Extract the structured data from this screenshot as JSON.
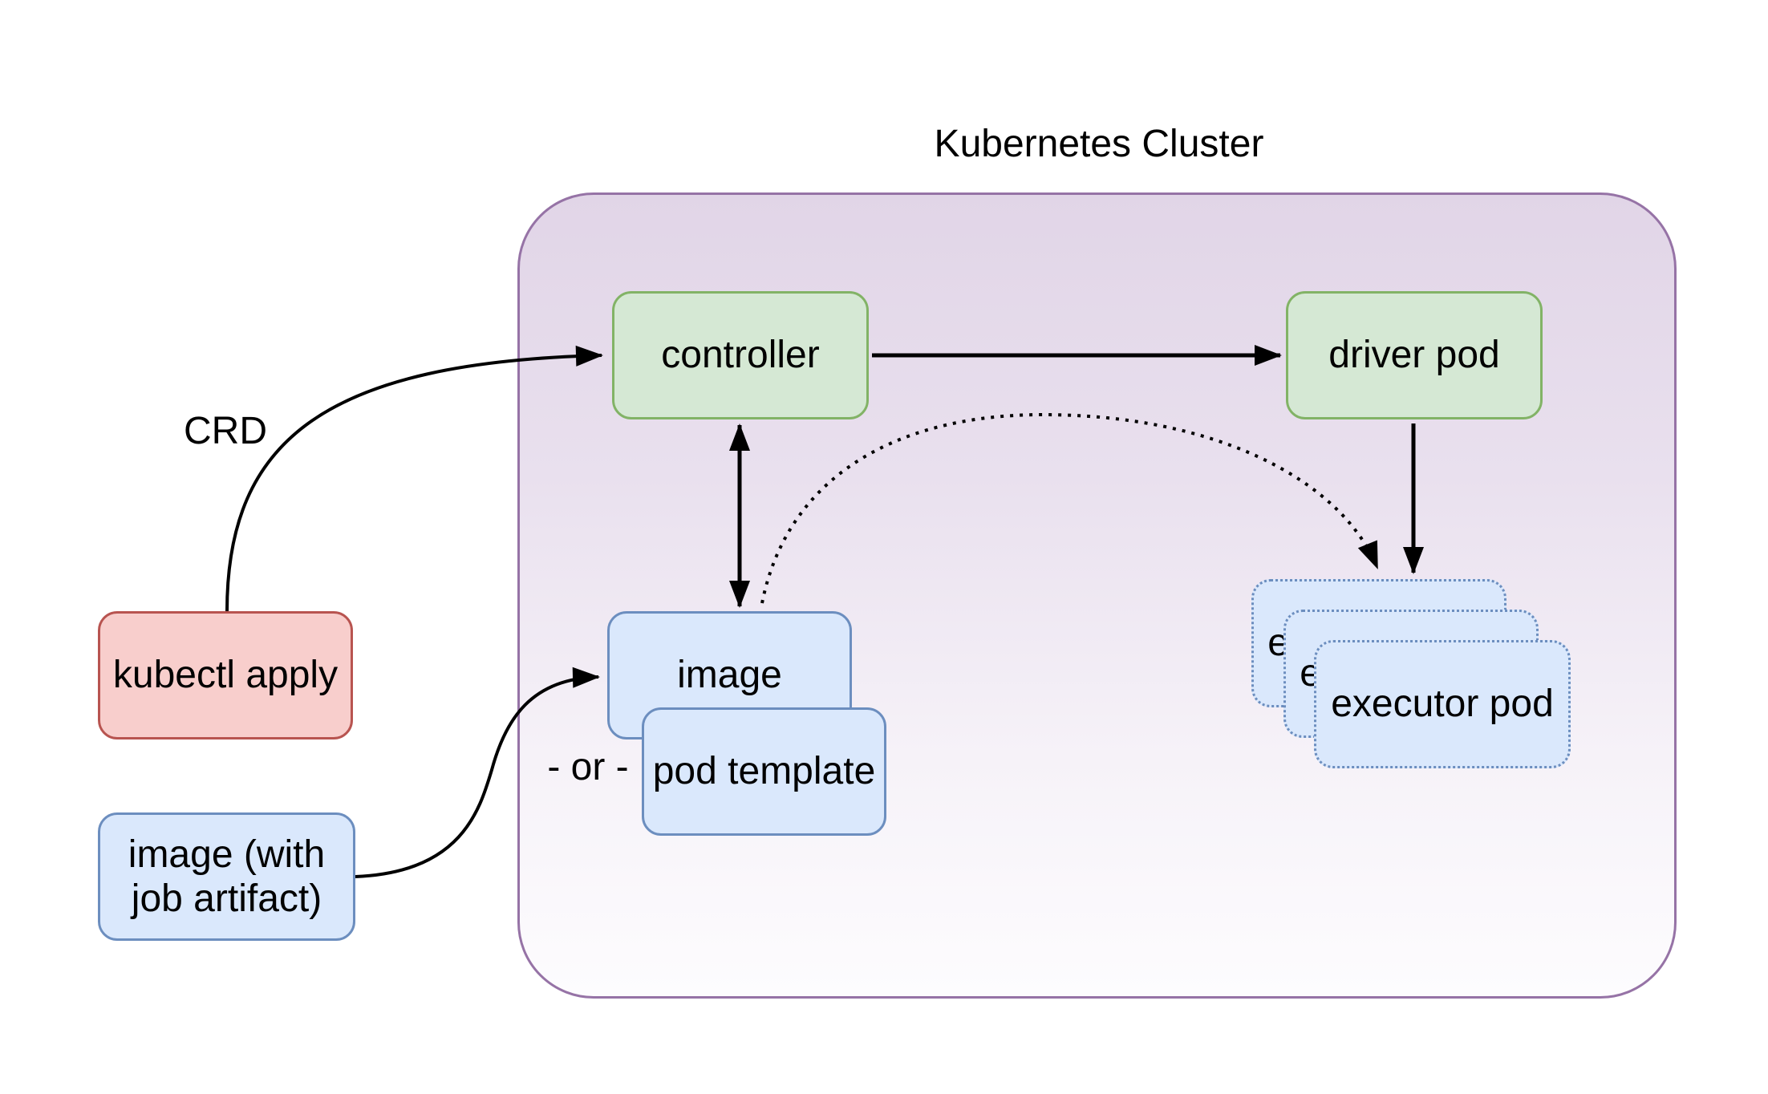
{
  "diagram": {
    "title": "Kubernetes Cluster",
    "nodes": {
      "controller": {
        "label": "controller"
      },
      "driver_pod": {
        "label": "driver pod"
      },
      "kubectl_apply": {
        "label": "kubectl apply"
      },
      "image_with_artifact": {
        "line1": "image (with",
        "line2": "job artifact)"
      },
      "image": {
        "label": "image"
      },
      "pod_template": {
        "label": "pod template"
      },
      "executor_pod": {
        "label": "executor pod"
      }
    },
    "edge_labels": {
      "crd": "CRD",
      "or": "- or -"
    },
    "edges": [
      {
        "from": "kubectl apply",
        "to": "controller",
        "label": "CRD",
        "style": "solid-curve-arrow"
      },
      {
        "from": "controller",
        "to": "driver pod",
        "style": "solid-arrow"
      },
      {
        "from": "controller",
        "to": "image",
        "style": "solid-double-arrow"
      },
      {
        "from": "driver pod",
        "to": "executor pod",
        "style": "solid-arrow"
      },
      {
        "from": "image",
        "to": "executor pod",
        "style": "dotted-curve-arrow"
      },
      {
        "from": "image (with job artifact)",
        "to": "image",
        "label": "- or -",
        "style": "solid-curve-arrow"
      }
    ],
    "colors": {
      "cluster_border": "#9673a6",
      "cluster_fill_top": "#e1d5e7",
      "cluster_fill_bottom": "#fdfcfe",
      "green_fill": "#d5e8d4",
      "green_stroke": "#82b366",
      "red_fill": "#f8cecc",
      "red_stroke": "#b85450",
      "blue_fill": "#dae8fc",
      "blue_stroke": "#6c8ebf",
      "arrow": "#000000",
      "text": "#000000"
    }
  }
}
